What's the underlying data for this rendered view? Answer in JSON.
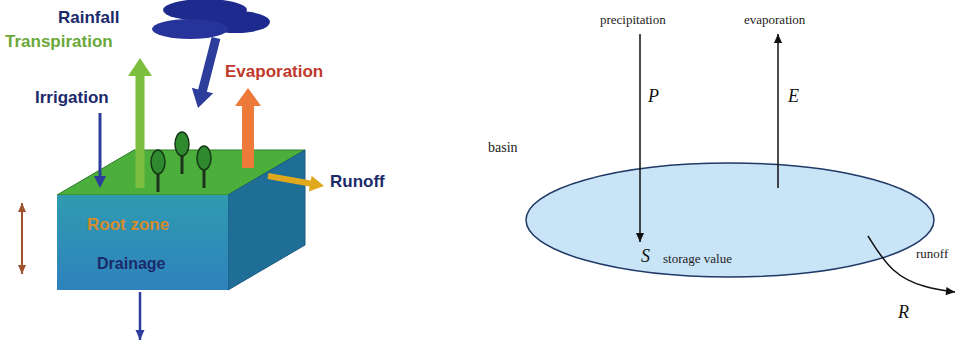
{
  "diagram": {
    "nodes": [
      {
        "text": [
          "Root zone",
          "Drainage"
        ]
      },
      {
        "text": [
          "basin",
          "S",
          "storage value"
        ]
      }
    ],
    "labels": [
      "Rainfall",
      "Transpiration",
      "Evaporation",
      "Irrigation",
      "Runoff",
      "precipitation",
      "evaporation",
      "P",
      "E",
      "runoff",
      "R"
    ]
  }
}
